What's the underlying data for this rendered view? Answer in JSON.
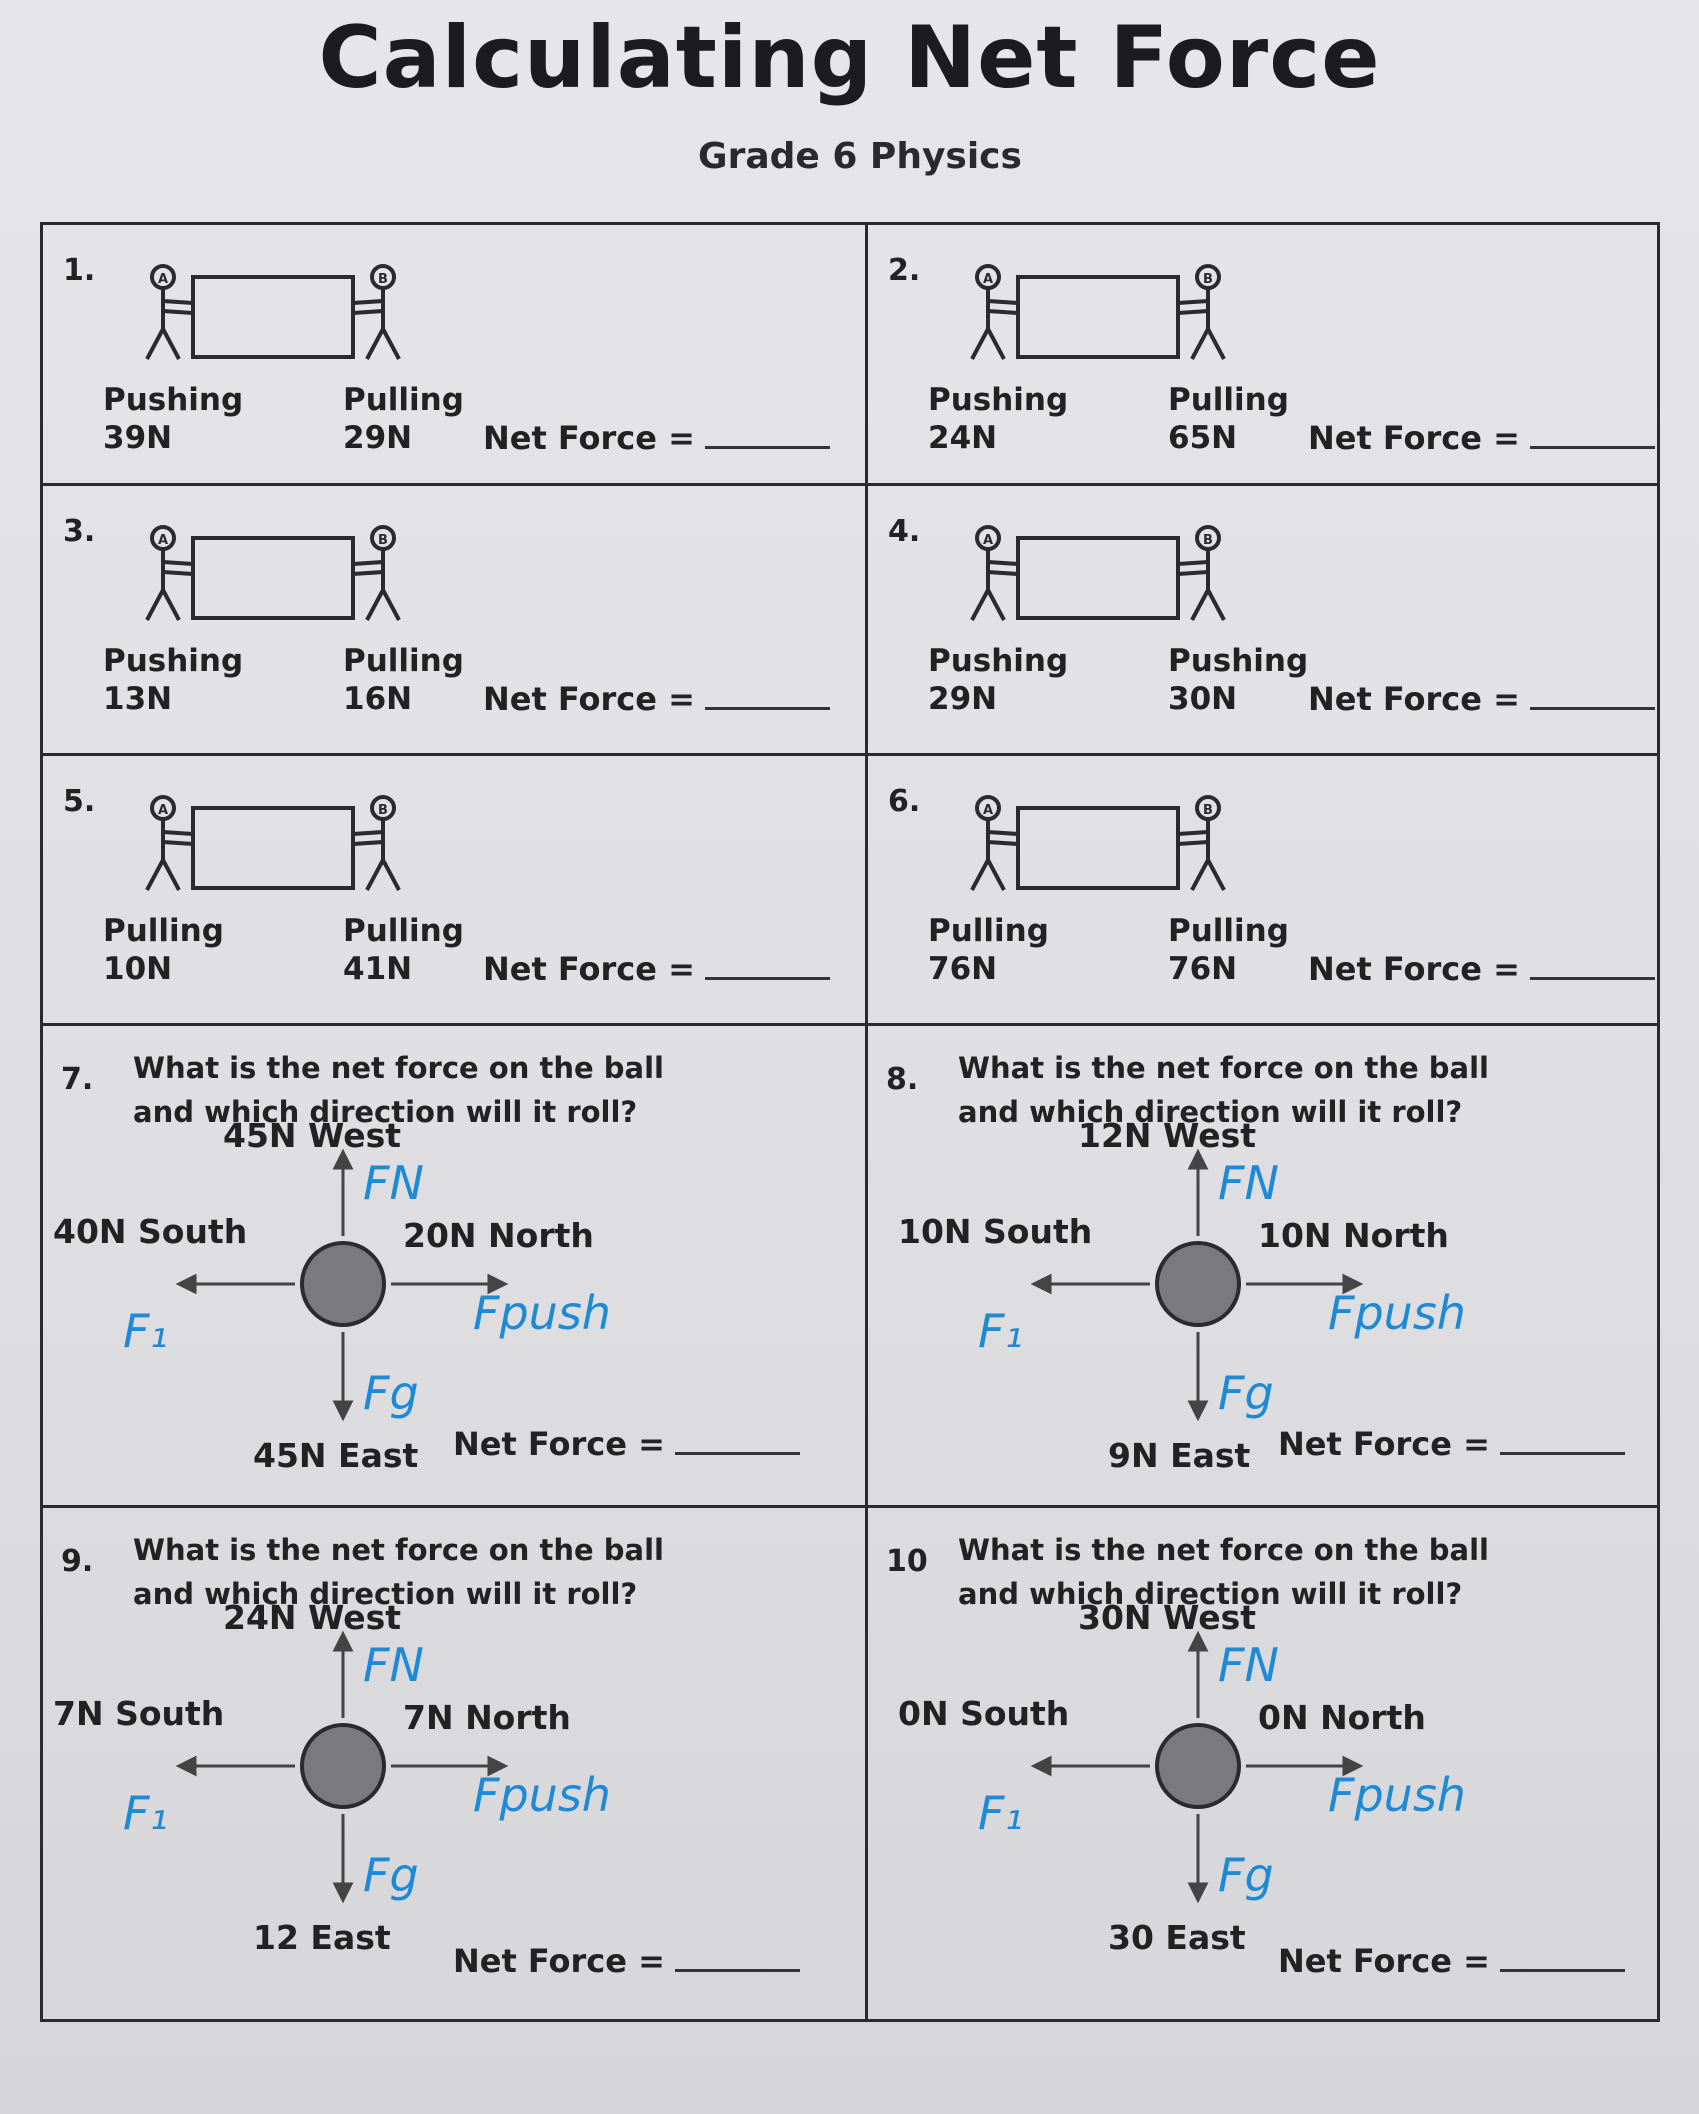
{
  "title": "Calculating Net Force",
  "subtitle": "Grade 6 Physics",
  "net_force_label": "Net Force =",
  "problems": [
    {
      "num": "1.",
      "left_action": "Pushing",
      "left_value": "39N",
      "right_action": "Pulling",
      "right_value": "29N"
    },
    {
      "num": "2.",
      "left_action": "Pushing",
      "left_value": "24N",
      "right_action": "Pulling",
      "right_value": "65N"
    },
    {
      "num": "3.",
      "left_action": "Pushing",
      "left_value": "13N",
      "right_action": "Pulling",
      "right_value": "16N"
    },
    {
      "num": "4.",
      "left_action": "Pushing",
      "left_value": "29N",
      "right_action": "Pushing",
      "right_value": "30N"
    },
    {
      "num": "5.",
      "left_action": "Pulling",
      "left_value": "10N",
      "right_action": "Pulling",
      "right_value": "41N"
    },
    {
      "num": "6.",
      "left_action": "Pulling",
      "left_value": "76N",
      "right_action": "Pulling",
      "right_value": "76N"
    }
  ],
  "ball_problems": [
    {
      "num": "7.",
      "question_line1": "What is the net force on the ball",
      "question_line2": "and which direction will it roll?",
      "up": "45N West",
      "left": "40N South",
      "right": "20N North",
      "down": "45N East",
      "hw_up": "FN",
      "hw_left": "F₁",
      "hw_right": "Fpush",
      "hw_down": "Fg"
    },
    {
      "num": "8.",
      "question_line1": "What is the net force on the ball",
      "question_line2": "and which direction will it roll?",
      "up": "12N West",
      "left": "10N South",
      "right": "10N North",
      "down": "9N East",
      "hw_up": "FN",
      "hw_left": "F₁",
      "hw_right": "Fpush",
      "hw_down": "Fg"
    },
    {
      "num": "9.",
      "question_line1": "What is the net force on the ball",
      "question_line2": "and which direction will it roll?",
      "up": "24N West",
      "left": "7N South",
      "right": "7N North",
      "down": "12 East",
      "hw_up": "FN",
      "hw_left": "F₁",
      "hw_right": "Fpush",
      "hw_down": "Fg"
    },
    {
      "num": "10",
      "question_line1": "What is the net force on the ball",
      "question_line2": "and which direction will it roll?",
      "up": "30N West",
      "left": "0N South",
      "right": "0N North",
      "down": "30 East",
      "hw_up": "FN",
      "hw_left": "F₁",
      "hw_right": "Fpush",
      "hw_down": "Fg"
    }
  ]
}
